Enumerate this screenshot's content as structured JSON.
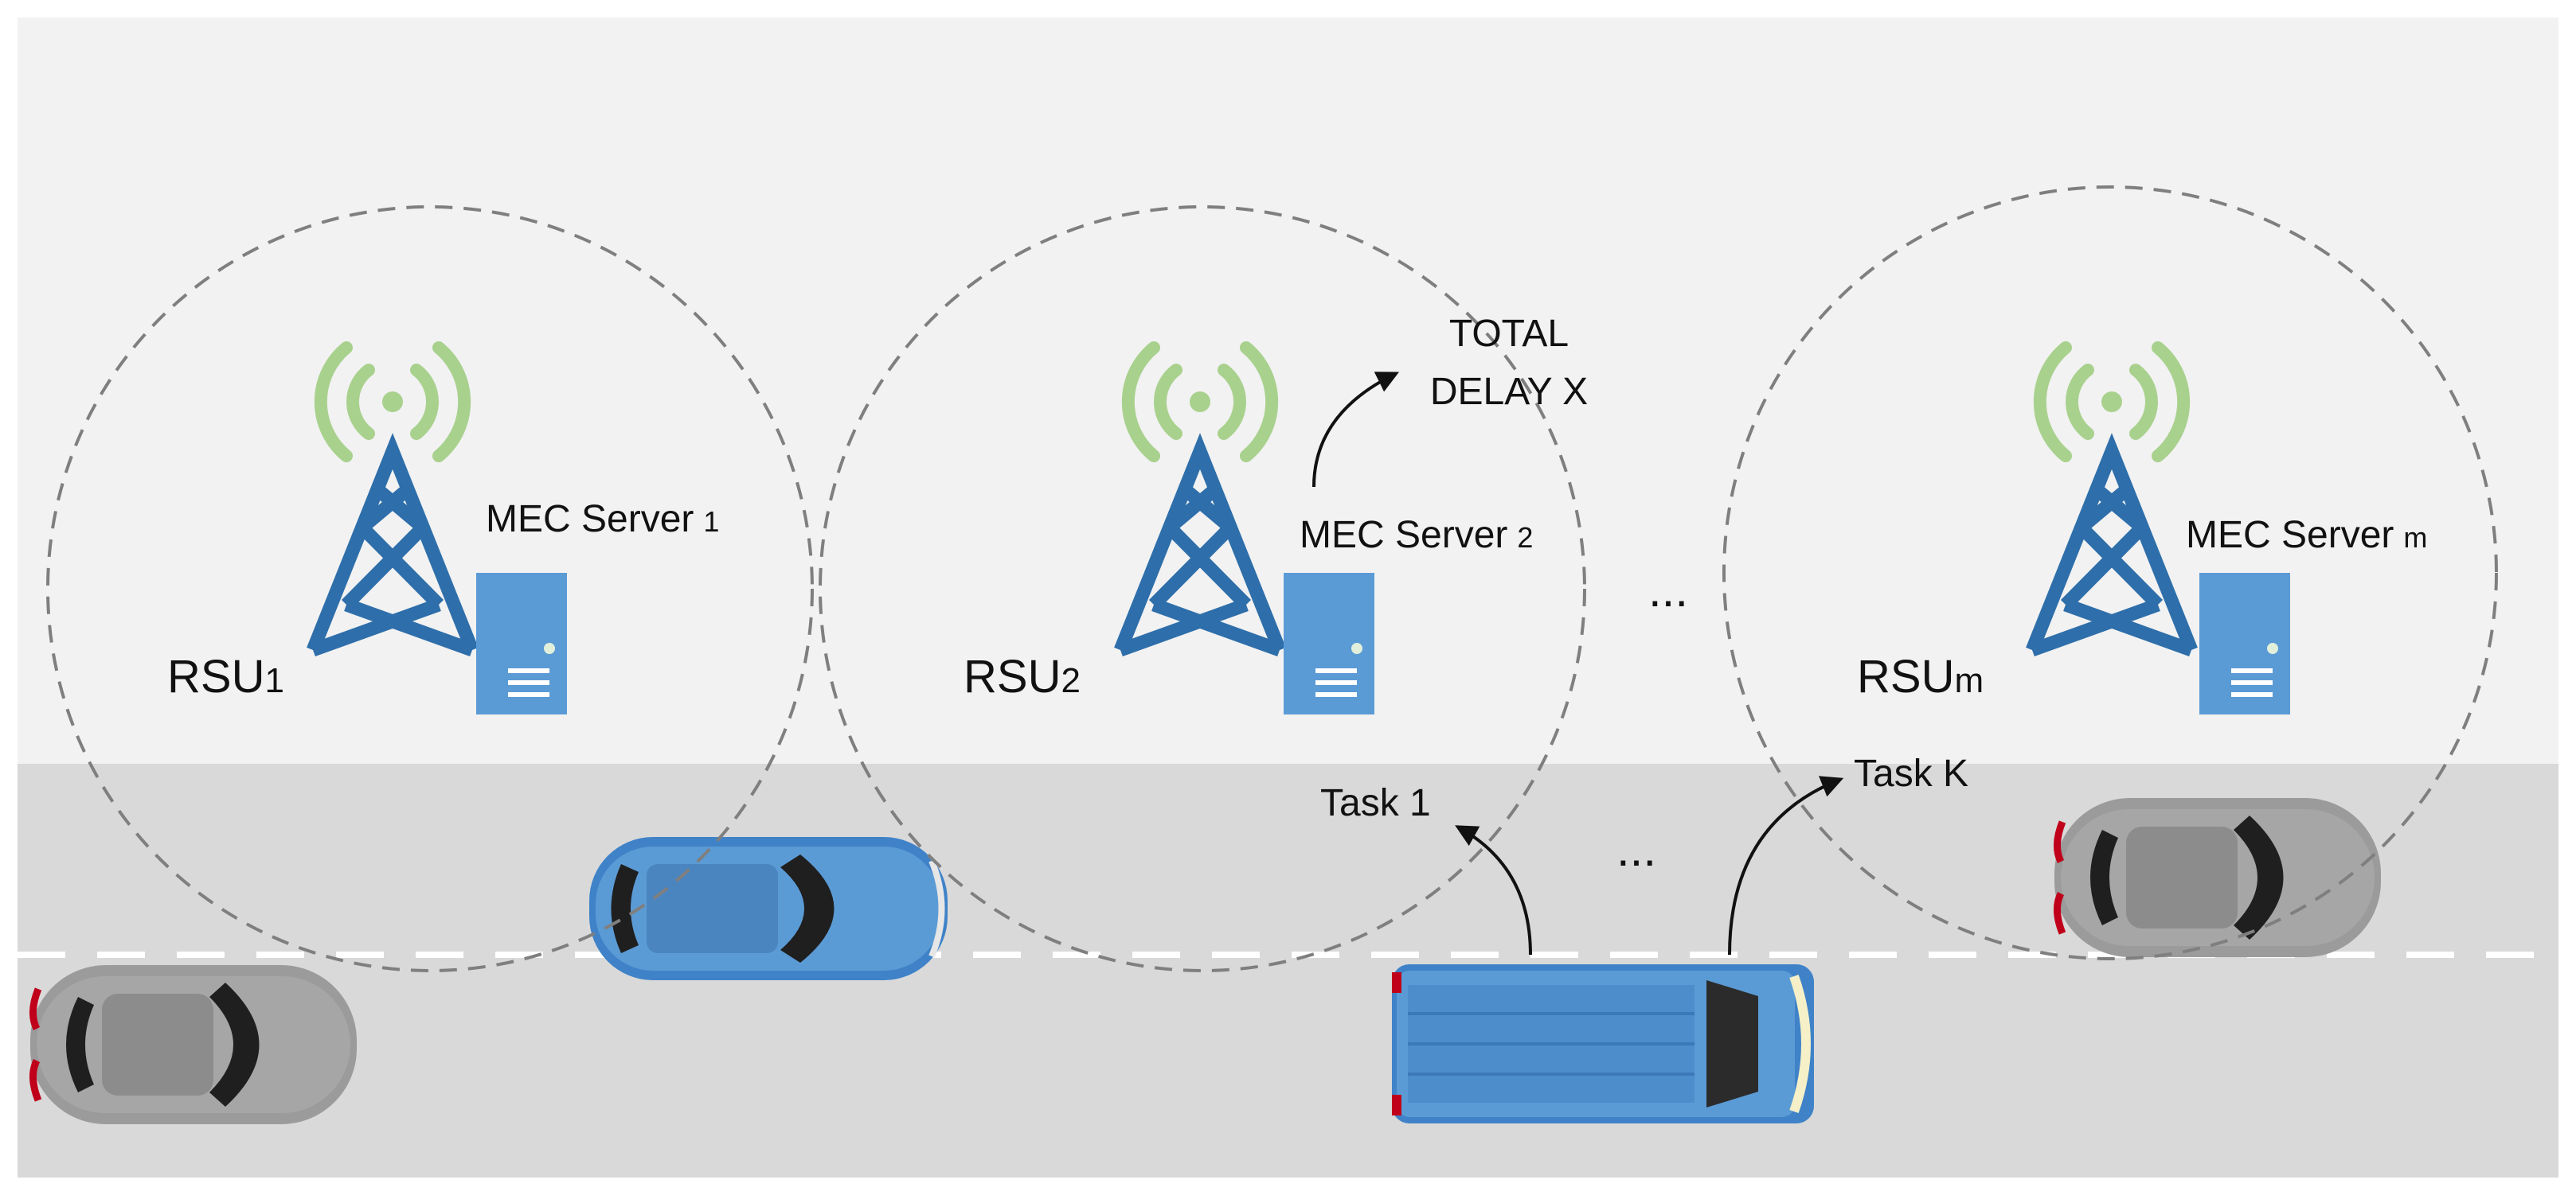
{
  "rsus": [
    {
      "label": "RSU",
      "subscript": "1",
      "server_label": "MEC Server",
      "server_subscript": "1"
    },
    {
      "label": "RSU",
      "subscript": "2",
      "server_label": "MEC Server",
      "server_subscript": "2"
    },
    {
      "label": "RSU",
      "subscript": "m",
      "server_label": "MEC Server",
      "server_subscript": "m"
    }
  ],
  "annotations": {
    "total_delay_line1": "TOTAL",
    "total_delay_line2": "DELAY X",
    "task_1": "Task 1",
    "task_k": "Task K",
    "ellipsis_rsu": "...",
    "ellipsis_road": "..."
  },
  "colors": {
    "sky": "#f2f2f2",
    "road": "#d9d9d9",
    "tower": "#2e6eaa",
    "signal": "#a9d18e",
    "server": "#5b9bd5",
    "car_blue": "#4a90d9",
    "car_gray": "#9a9a9a",
    "coverage_circle": "#7f7f7f"
  },
  "icons": [
    "antenna-tower-icon",
    "wifi-signal-icon",
    "server-icon",
    "car-icon",
    "van-icon"
  ]
}
